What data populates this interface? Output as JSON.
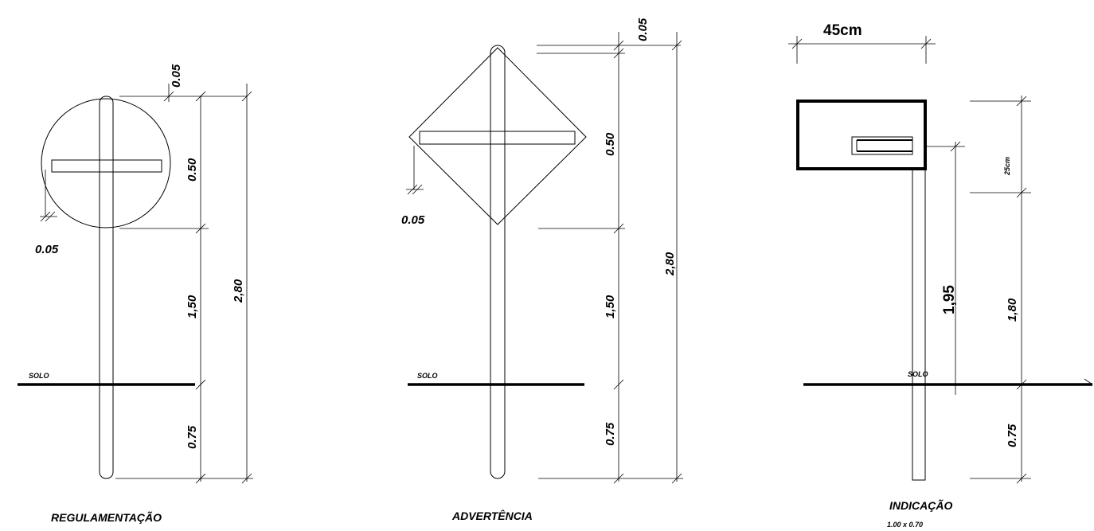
{
  "regulamentacao": {
    "caption": "REGULAMENTAÇÃO",
    "dim_top": "0.05",
    "dim_plate": "0.50",
    "dim_post": "1,50",
    "dim_total": "2,80",
    "dim_buried": "0.75",
    "dim_gap": "0.05",
    "ground_label": "SOLO"
  },
  "advertencia": {
    "caption": "ADVERTÊNCIA",
    "dim_top": "0.05",
    "dim_plate": "0.50",
    "dim_post": "1,50",
    "dim_total": "2,80",
    "dim_buried": "0.75",
    "dim_gap": "0.05",
    "ground_label": "SOLO"
  },
  "indicacao": {
    "caption": "INDICAÇÃO",
    "subcaption": "1,00 x 0,70",
    "dim_width": "45cm",
    "dim_plate": "25cm",
    "dim_height": "1,95",
    "dim_post": "1,80",
    "dim_buried": "0.75",
    "ground_label": "SOLO"
  }
}
